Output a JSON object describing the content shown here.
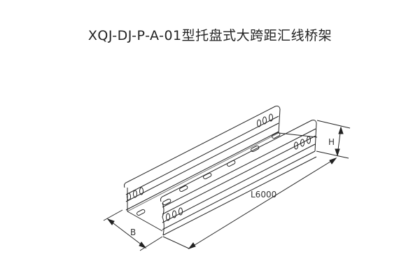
{
  "title": "XQJ-DJ-P-A-01型托盘式大跨距汇线桥架",
  "diagram": {
    "type": "isometric cable tray drawing",
    "dimensions": {
      "length_label": "L6000",
      "width_label": "B",
      "height_label": "H"
    },
    "colors": {
      "line": "#222222",
      "background": "#ffffff"
    }
  }
}
